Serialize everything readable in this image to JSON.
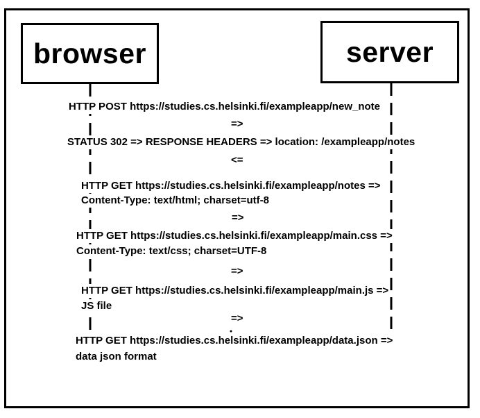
{
  "actors": {
    "browser": "browser",
    "server": "server"
  },
  "messages": [
    {
      "line1": "HTTP POST https://studies.cs.helsinki.fi/exampleapp/new_note",
      "arrow": "=>"
    },
    {
      "line1": "STATUS 302 => RESPONSE HEADERS => location: /exampleapp/notes",
      "arrow": "<="
    },
    {
      "line1": "HTTP GET https://studies.cs.helsinki.fi/exampleapp/notes =>",
      "line2": "Content-Type: text/html; charset=utf-8",
      "arrow": "=>"
    },
    {
      "line1": "HTTP GET https://studies.cs.helsinki.fi/exampleapp/main.css =>",
      "line2": "Content-Type: text/css; charset=UTF-8",
      "arrow": "=>"
    },
    {
      "line1": "HTTP GET https://studies.cs.helsinki.fi/exampleapp/main.js =>",
      "line2": "JS file",
      "arrow": "=>"
    },
    {
      "line1": "HTTP GET https://studies.cs.helsinki.fi/exampleapp/data.json =>",
      "line2": "data json format"
    }
  ]
}
